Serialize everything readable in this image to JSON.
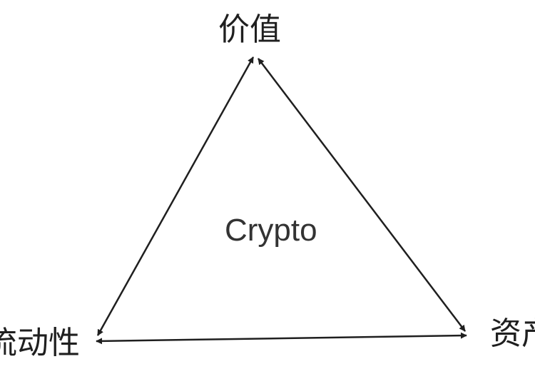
{
  "nodes": {
    "top": "价值",
    "left": "流动性",
    "right": "资产"
  },
  "center_label": "Crypto",
  "edges": [
    {
      "from": "top",
      "to": "left",
      "direction": "both"
    },
    {
      "from": "top",
      "to": "right",
      "direction": "both"
    },
    {
      "from": "left",
      "to": "right",
      "direction": "both"
    }
  ],
  "colors": {
    "stroke": "#1f1f1f",
    "text": "#1f1f1f",
    "center_text": "#333333",
    "background": "#ffffff"
  }
}
